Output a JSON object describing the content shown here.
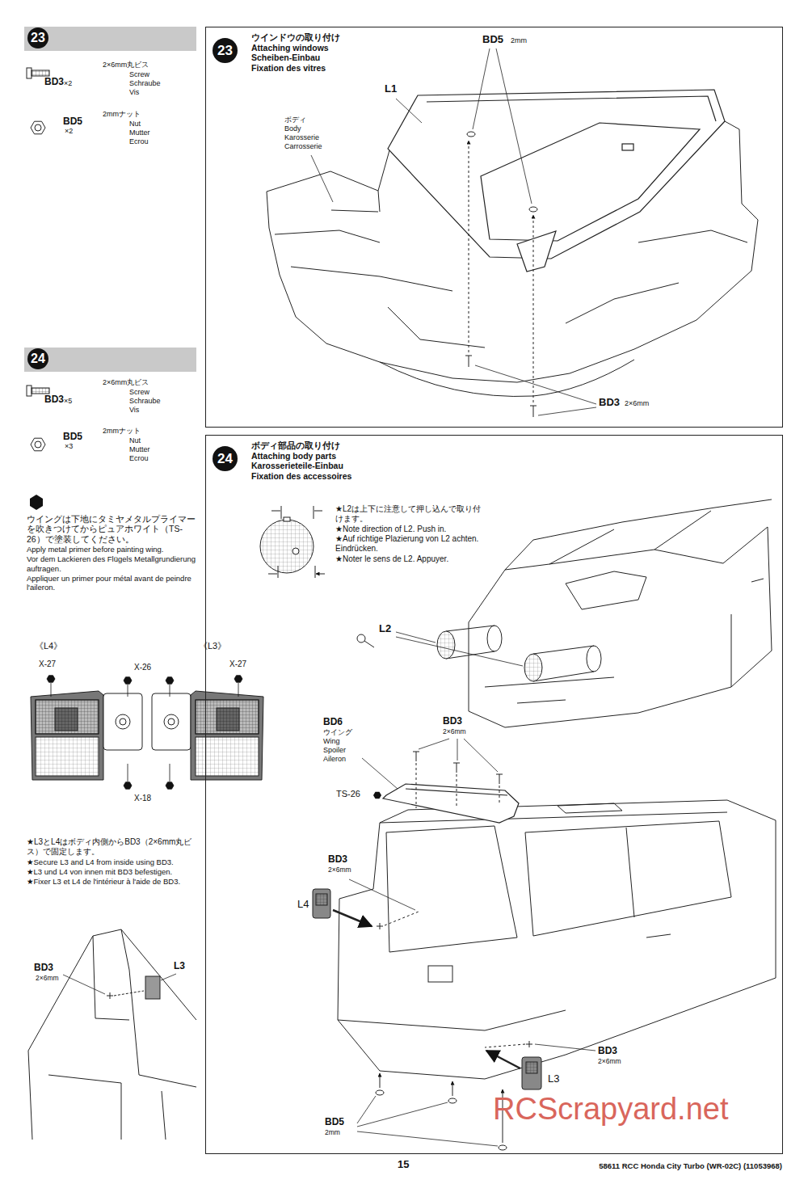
{
  "diagram": {
    "nodes": [
      {
        "text": [
          "23"
        ]
      },
      {
        "text": [
          "ウインドウの取り付け",
          "Attaching windows",
          "Scheiben-Einbau",
          "Fixation des vitres"
        ]
      },
      {
        "text": [
          "23"
        ],
        "in": 1
      },
      {
        "text": [
          "24"
        ]
      },
      {
        "text": [
          "ボディ部品の取り付け",
          "Attaching body parts",
          "Karosserieteile-Einbau",
          "Fixation des accessoires"
        ]
      },
      {
        "text": [
          "24"
        ],
        "in": 4
      }
    ],
    "labels": [
      "BD3",
      "×2",
      "2×6mm丸ビス",
      "Screw",
      "Schraube",
      "Vis",
      "BD5",
      "×2",
      "2mmナット",
      "Nut",
      "Mutter",
      "Ecrou",
      "BD5",
      "2mm",
      "L1",
      "ボディ",
      "Body",
      "Karosserie",
      "Carrosserie",
      "BD3",
      "2×6mm",
      "BD3",
      "×5",
      "2×6mm丸ビス",
      "Screw",
      "Schraube",
      "Vis",
      "BD5",
      "×3",
      "2mmナット",
      "Nut",
      "Mutter",
      "Ecrou",
      "ウイングは下地にタミヤメタルプライマーを吹きつけてからピュアホワイト（TS-26）で塗装してください。",
      "Apply metal primer before painting wing.",
      "Vor dem Lackieren des Flügels Metallgrundierung auftragen.",
      "Appliquer un primer pour métal avant de peindre l'aileron.",
      "《L4》",
      "《L3》",
      "X-27",
      "X-26",
      "X-27",
      "X-18",
      "★L3とL4はボディ内側からBD3（2×6mm丸ビス）で固定します。",
      "★Secure L3 and L4 from inside using BD3.",
      "★L3 und L4 von innen mit BD3 befestigen.",
      "★Fixer L3 et L4 de l'intérieur à l'aide de BD3.",
      "BD3",
      "2×6mm",
      "L3",
      "★L2は上下に注意して押し込んで取り付けます。",
      "★Note direction of L2. Push in.",
      "★Auf richtige Plazierung von L2 achten. Eindrücken.",
      "★Noter le sens de L2. Appuyer.",
      "L2",
      "BD6",
      "ウイング",
      "Wing",
      "Spoiler",
      "Aileron",
      "BD3",
      "2×6mm",
      "TS-26",
      "BD3",
      "2×6mm",
      "L4",
      "BD3",
      "2×6mm",
      "L3",
      "BD5",
      "2mm",
      "15",
      "58611 RCC Honda City Turbo (WR-02C) (11053968)",
      "RCScrapyard.net"
    ]
  }
}
